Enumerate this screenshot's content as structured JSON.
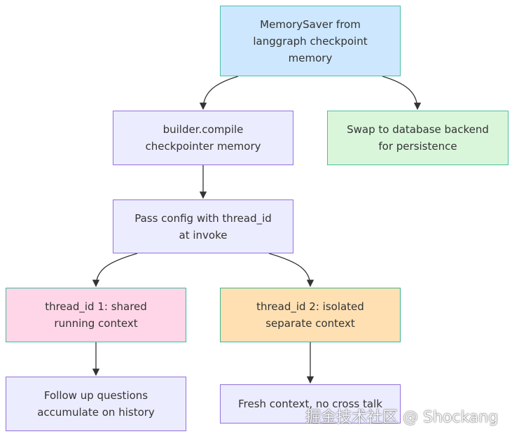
{
  "diagram": {
    "nodes": {
      "memorysaver": "MemorySaver from\nlanggraph checkpoint\nmemory",
      "compile": "builder.compile\ncheckpointer memory",
      "swap": "Swap to database backend\nfor persistence",
      "config": "Pass config with thread_id\nat invoke",
      "thread1": "thread_id 1: shared\nrunning context",
      "thread2": "thread_id 2: isolated\nseparate context",
      "followup": "Follow up questions\naccumulate on history",
      "fresh": "Fresh context, no cross talk"
    },
    "edges": [
      {
        "from": "memorysaver",
        "to": "compile"
      },
      {
        "from": "memorysaver",
        "to": "swap"
      },
      {
        "from": "compile",
        "to": "config"
      },
      {
        "from": "config",
        "to": "thread1"
      },
      {
        "from": "config",
        "to": "thread2"
      },
      {
        "from": "thread1",
        "to": "followup"
      },
      {
        "from": "thread2",
        "to": "fresh"
      }
    ],
    "colors": {
      "lavender_fill": "#ECECFF",
      "lavender_stroke": "#9370DB",
      "blue_fill": "#CDE7FE",
      "green_fill": "#D9F6DB",
      "pink_fill": "#FFD6E7",
      "orange_fill": "#FEE0B3",
      "edge": "#333333"
    }
  },
  "watermark": "掘金技术社区 @ Shockang"
}
